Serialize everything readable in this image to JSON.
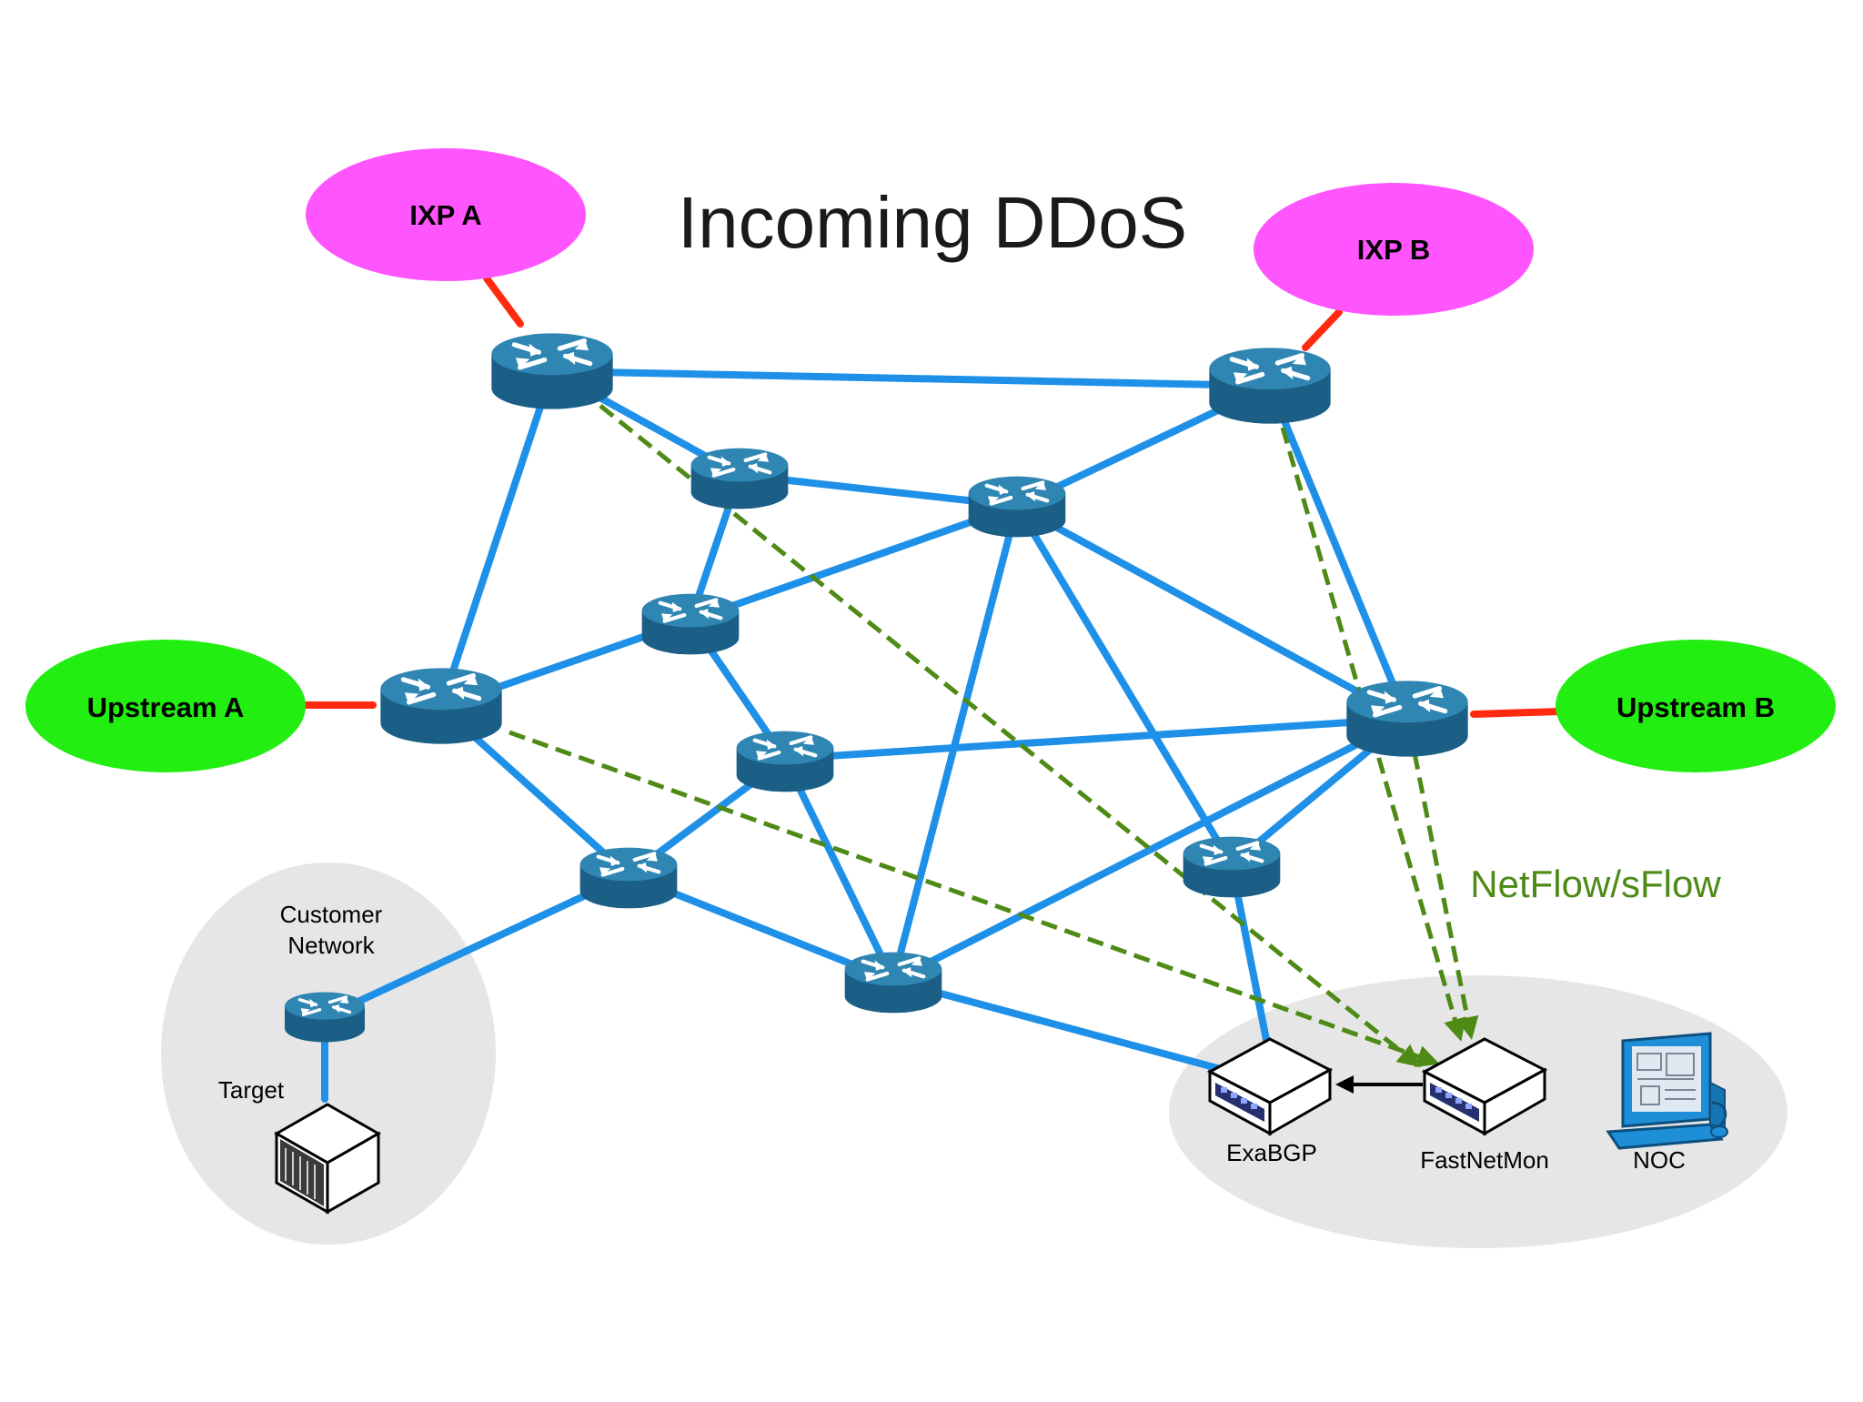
{
  "diagram": {
    "title": "Incoming DDoS",
    "peers": {
      "ixp_a": "IXP A",
      "ixp_b": "IXP B",
      "upstream_a": "Upstream A",
      "upstream_b": "Upstream B"
    },
    "customer_network_line1": "Customer",
    "customer_network_line2": "Network",
    "target_label": "Target",
    "exabgp_label": "ExaBGP",
    "fastnetmon_label": "FastNetMon",
    "noc_label": "NOC",
    "flow_label": "NetFlow/sFlow"
  },
  "colors": {
    "ixp_fill": "#ff55ff",
    "upstream_fill": "#22ee11",
    "link_blue": "#1e90e8",
    "peer_link_red": "#ff2a10",
    "flow_green": "#4e8a16",
    "router_top": "#2f86b3",
    "router_side": "#1b5f86",
    "zone_grey": "#e6e6e6"
  },
  "icons": [
    "router-icon",
    "server-icon",
    "appliance-icon",
    "workstation-icon"
  ]
}
